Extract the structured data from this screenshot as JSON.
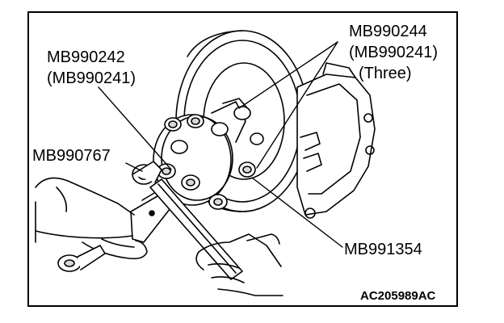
{
  "labels": {
    "tool_a_line1": "MB990242",
    "tool_a_line2": "(MB990241)",
    "tool_b_line1": "MB990244",
    "tool_b_line2": "(MB990241)",
    "tool_b_line3": "(Three)",
    "tool_c": "MB990767",
    "tool_d": "MB991354"
  },
  "figure_code": "AC205989AC",
  "colors": {
    "ink": "#000000",
    "paper": "#ffffff",
    "shade": "#d9d9d9"
  }
}
